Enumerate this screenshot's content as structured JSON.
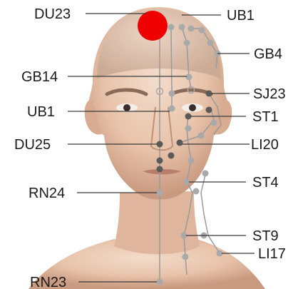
{
  "labels": {
    "du23": "DU23",
    "ub1_top": "UB1",
    "gb4": "GB4",
    "gb14": "GB14",
    "sj23": "SJ23",
    "ub1_left": "UB1",
    "st1": "ST1",
    "du25": "DU25",
    "li20": "LI20",
    "st4": "ST4",
    "rn24": "RN24",
    "st9": "ST9",
    "li17": "LI17",
    "rn23": "RN23"
  },
  "colors": {
    "highlight_point": "#ee0000",
    "point_light": "#a9a9a9",
    "point_dark": "#5a5a5a",
    "meridian_line": "#9a9a9a",
    "leader_line": "#3a3a3a",
    "skin": "#e9c7b0"
  },
  "highlighted_point": "DU23"
}
